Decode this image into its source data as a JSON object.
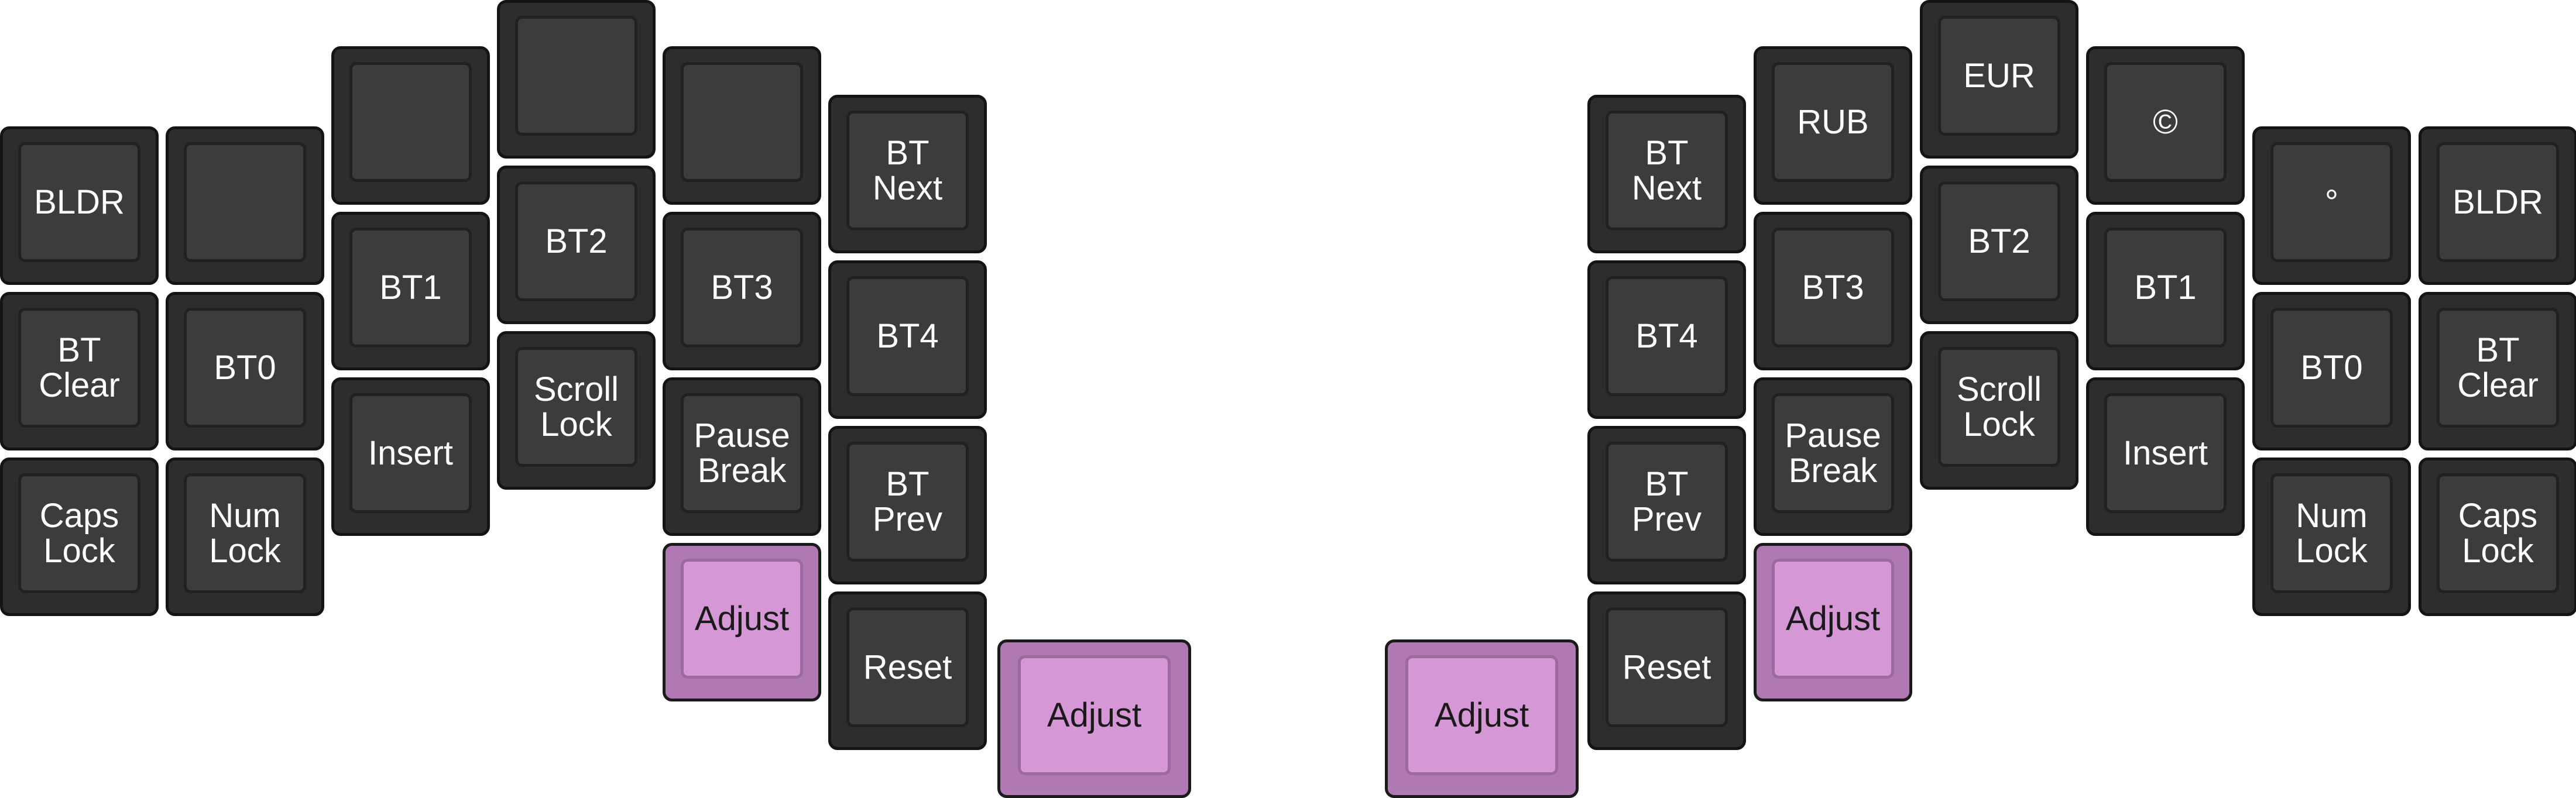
{
  "layout_name": "",
  "colors": {
    "key_fill": "#2e2c2e",
    "key_top": "#3d3b3d",
    "key_border": "#141414",
    "legend_light": "#ffffff",
    "adjust_fill": "#b179b3",
    "adjust_top": "#d597d5",
    "legend_dark": "#1a1a1a"
  },
  "left_half": {
    "keys": [
      {
        "label": "BLDR"
      },
      {
        "label": ""
      },
      {
        "label": ""
      },
      {
        "label": ""
      },
      {
        "label": ""
      },
      {
        "label": "BT\nNext"
      },
      {
        "label": "BT\nClear"
      },
      {
        "label": "BT0"
      },
      {
        "label": "BT1"
      },
      {
        "label": "BT2"
      },
      {
        "label": "BT3"
      },
      {
        "label": "BT4"
      },
      {
        "label": "Caps\nLock"
      },
      {
        "label": "Num\nLock"
      },
      {
        "label": "Insert"
      },
      {
        "label": "Scroll\nLock"
      },
      {
        "label": "Pause\nBreak"
      },
      {
        "label": "BT\nPrev"
      },
      {
        "label": "Adjust",
        "highlight": true
      },
      {
        "label": "Reset"
      },
      {
        "label": "Adjust",
        "highlight": true
      }
    ]
  },
  "right_half": {
    "keys": [
      {
        "label": "BT\nNext"
      },
      {
        "label": "RUB"
      },
      {
        "label": "EUR"
      },
      {
        "label": "©"
      },
      {
        "label": "°"
      },
      {
        "label": "BLDR"
      },
      {
        "label": "BT4"
      },
      {
        "label": "BT3"
      },
      {
        "label": "BT2"
      },
      {
        "label": "BT1"
      },
      {
        "label": "BT0"
      },
      {
        "label": "BT\nClear"
      },
      {
        "label": "BT\nPrev"
      },
      {
        "label": "Pause\nBreak"
      },
      {
        "label": "Scroll\nLock"
      },
      {
        "label": "Insert"
      },
      {
        "label": "Num\nLock"
      },
      {
        "label": "Caps\nLock"
      },
      {
        "label": "Adjust",
        "highlight": true
      },
      {
        "label": "Reset"
      },
      {
        "label": "Adjust",
        "highlight": true
      }
    ]
  }
}
